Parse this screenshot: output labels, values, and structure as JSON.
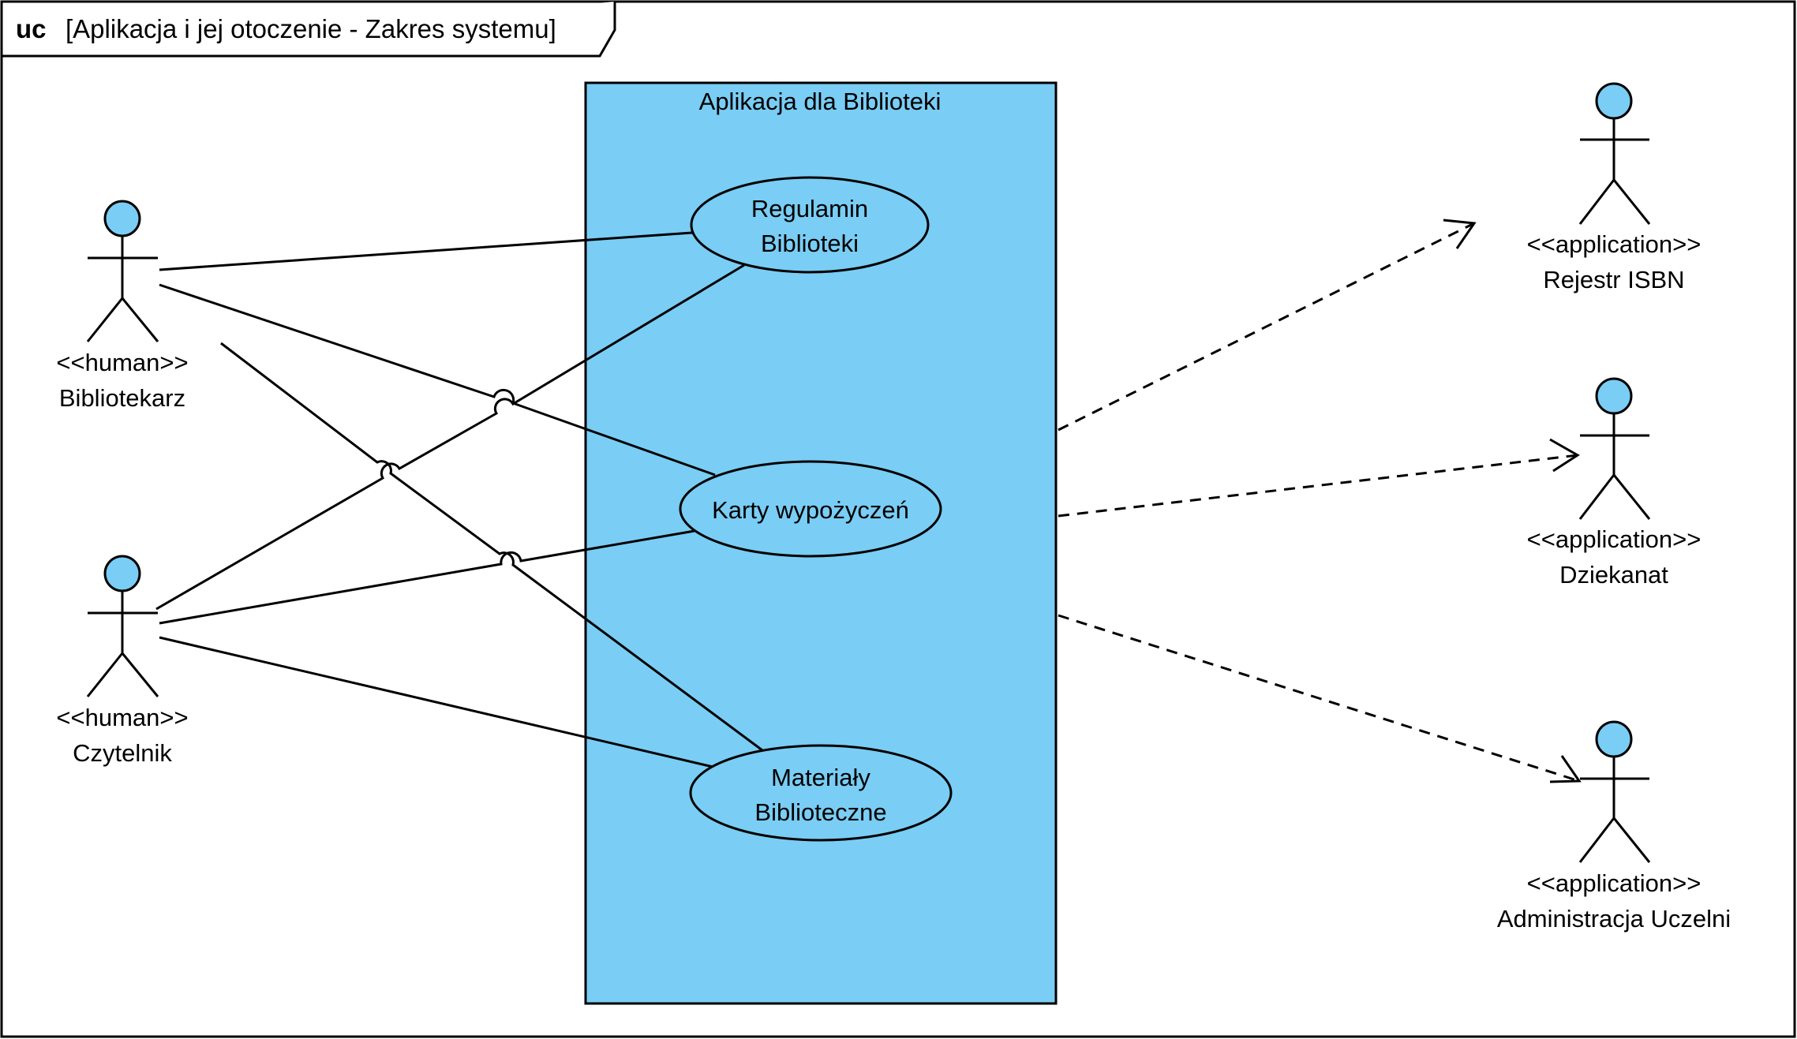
{
  "frame": {
    "keyword": "uc",
    "title": "[Aplikacja i jej otoczenie - Zakres systemu]"
  },
  "system": {
    "name": "Aplikacja dla Biblioteki"
  },
  "use_cases": {
    "regulamin": {
      "line1": "Regulamin",
      "line2": "Biblioteki"
    },
    "karty": {
      "line1": "Karty wypożyczeń"
    },
    "materialy": {
      "line1": "Materiały",
      "line2": "Biblioteczne"
    }
  },
  "actors": {
    "bibliotekarz": {
      "stereotype": "<<human>>",
      "name": "Bibliotekarz"
    },
    "czytelnik": {
      "stereotype": "<<human>>",
      "name": "Czytelnik"
    },
    "rejestr": {
      "stereotype": "<<application>>",
      "name": "Rejestr ISBN"
    },
    "dziekanat": {
      "stereotype": "<<application>>",
      "name": "Dziekanat"
    },
    "administracja": {
      "stereotype": "<<application>>",
      "name": "Administracja Uczelni"
    }
  },
  "colors": {
    "fill": "#7acdf4",
    "stroke": "#000000",
    "background": "#ffffff"
  }
}
